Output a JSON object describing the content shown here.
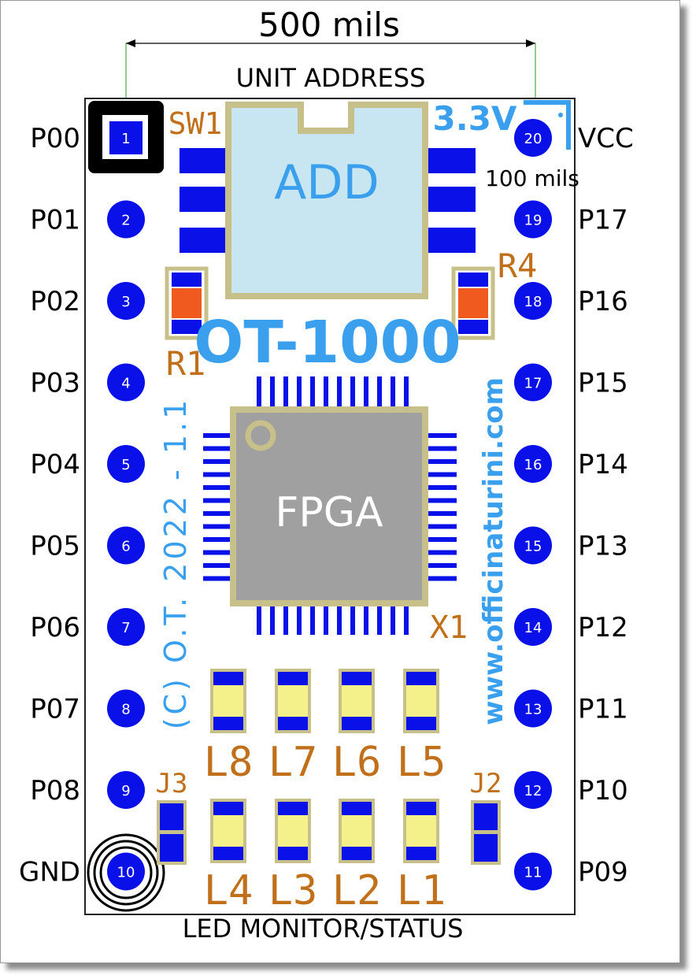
{
  "dimension": {
    "width_label": "500 mils",
    "pitch_label": "100 mils"
  },
  "section_labels": {
    "top": "UNIT ADDRESS",
    "bottom": "LED MONITOR/STATUS"
  },
  "board": {
    "name": "OT-1000",
    "voltage": "3.3V",
    "website": "www.officinaturini.com",
    "copyright": "(C) O.T. 2022 - 1.1",
    "chip_label": "FPGA",
    "switch_label": "ADD"
  },
  "components": {
    "switch": "SW1",
    "resistor_left": "R1",
    "resistor_right": "R4",
    "chip": "X1",
    "jumper_left": "J3",
    "jumper_right": "J2",
    "leds_top": [
      "L8",
      "L7",
      "L6",
      "L5"
    ],
    "leds_bottom": [
      "L4",
      "L3",
      "L2",
      "L1"
    ]
  },
  "left_pins": [
    {
      "num": "1",
      "label": "P00"
    },
    {
      "num": "2",
      "label": "P01"
    },
    {
      "num": "3",
      "label": "P02"
    },
    {
      "num": "4",
      "label": "P03"
    },
    {
      "num": "5",
      "label": "P04"
    },
    {
      "num": "6",
      "label": "P05"
    },
    {
      "num": "7",
      "label": "P06"
    },
    {
      "num": "8",
      "label": "P07"
    },
    {
      "num": "9",
      "label": "P08"
    },
    {
      "num": "10",
      "label": "GND"
    }
  ],
  "right_pins": [
    {
      "num": "20",
      "label": "VCC"
    },
    {
      "num": "19",
      "label": "P17"
    },
    {
      "num": "18",
      "label": "P16"
    },
    {
      "num": "17",
      "label": "P15"
    },
    {
      "num": "16",
      "label": "P14"
    },
    {
      "num": "15",
      "label": "P13"
    },
    {
      "num": "14",
      "label": "P12"
    },
    {
      "num": "13",
      "label": "P11"
    },
    {
      "num": "12",
      "label": "P10"
    },
    {
      "num": "11",
      "label": "P09"
    }
  ],
  "colors": {
    "pad_blue": "#0a10e8",
    "silk_orange": "#c0701a",
    "silk_blue": "#3aa0ee",
    "outline_tan": "#c8c08a",
    "switch_fill": "#c8e6f2",
    "chip_fill": "#a0a0a0",
    "led_fill": "#f4f08a",
    "resistor_fill": "#f05a1e"
  }
}
